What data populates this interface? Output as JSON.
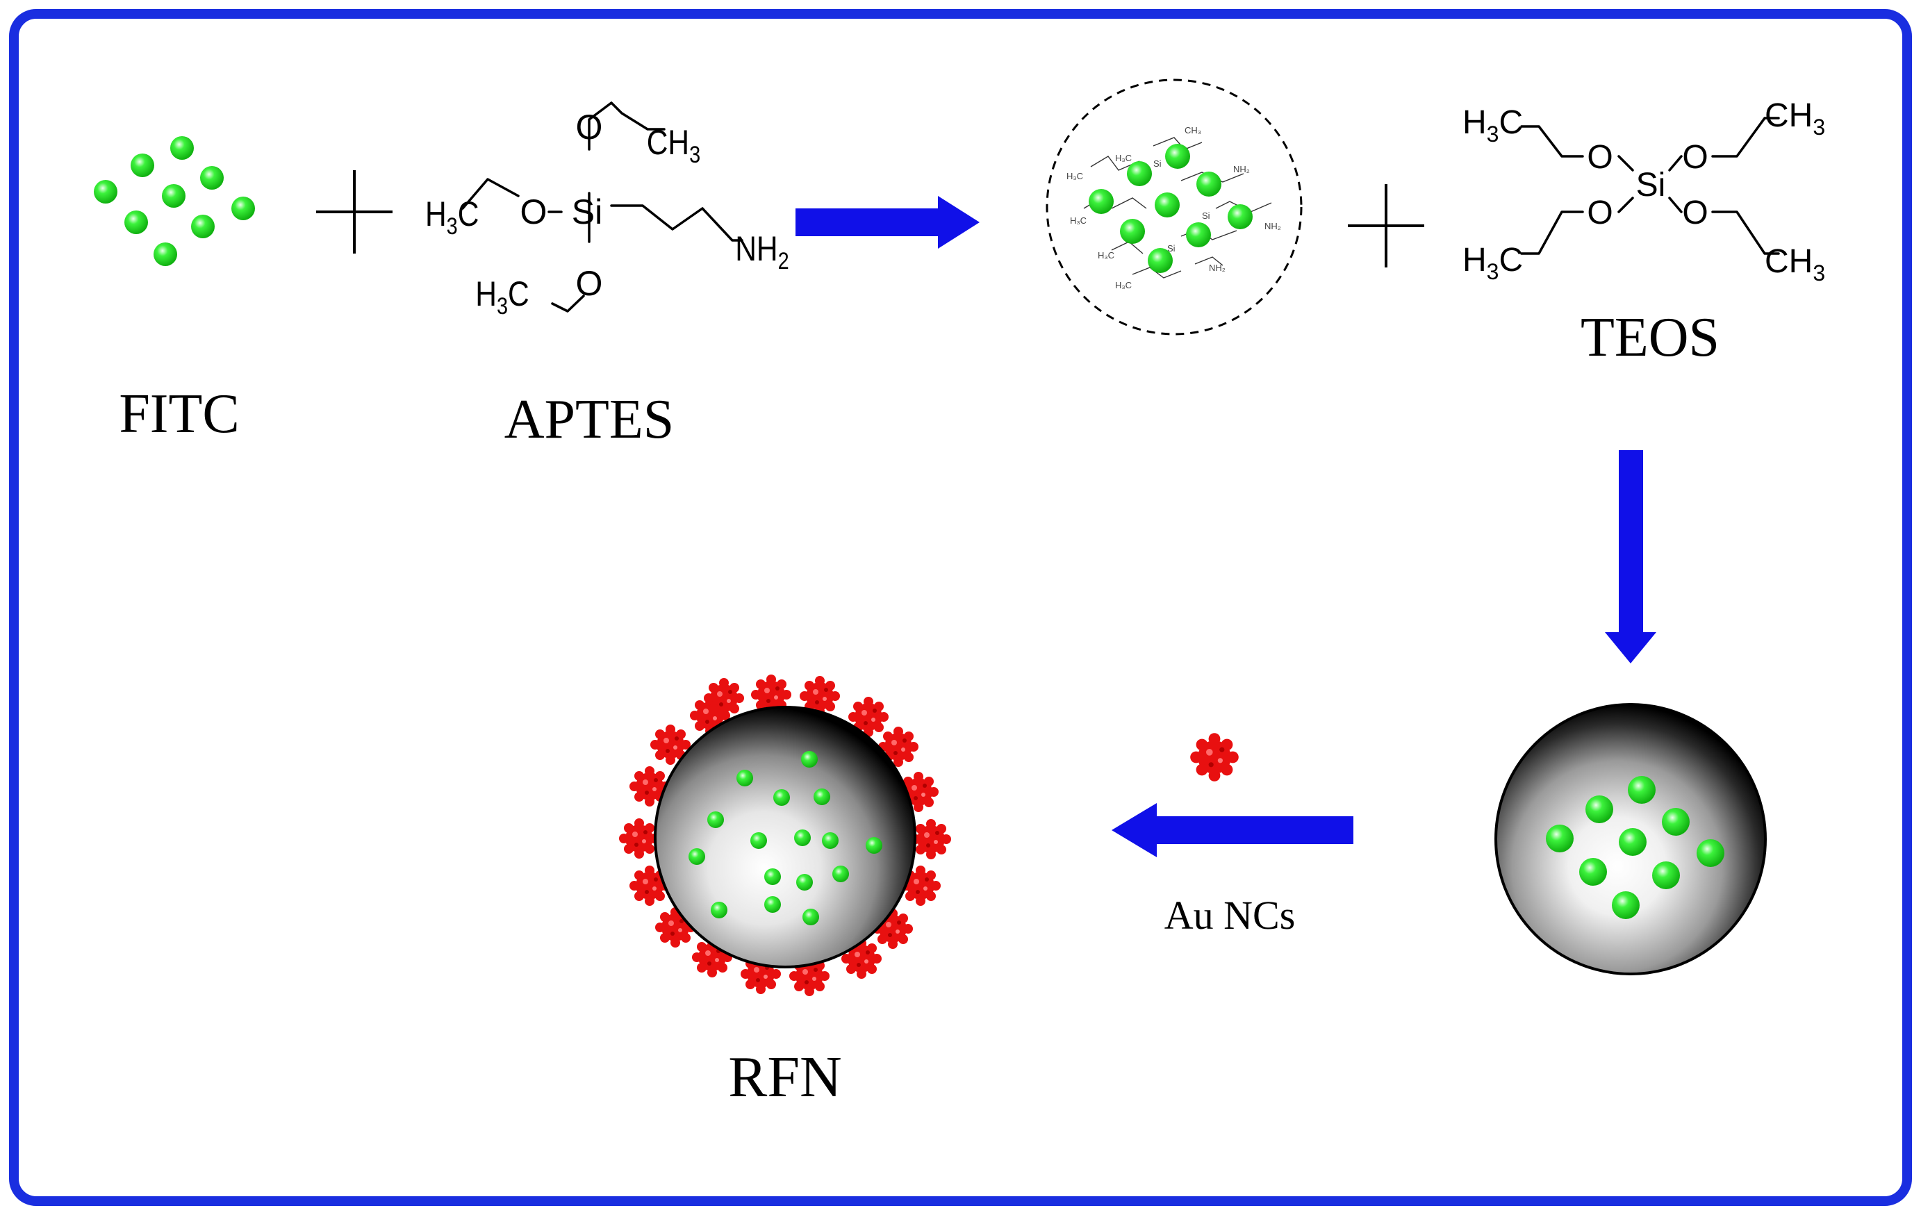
{
  "labels": {
    "fitc": "FITC",
    "aptes": "APTES",
    "teos": "TEOS",
    "au_ncs": "Au NCs",
    "rfn": "RFN"
  },
  "aptes_structure": {
    "ch3": "CH",
    "ch3_sub": "3",
    "h3c_h": "H",
    "h3c_sub": "3",
    "h3c_c": "C",
    "o": "O",
    "si": "Si",
    "nh2": "NH",
    "nh2_sub": "2"
  },
  "teos_structure": {
    "h3c_h": "H",
    "h3c_sub": "3",
    "h3c_c": "C",
    "ch3": "CH",
    "ch3_sub": "3",
    "o": "O",
    "si": "Si"
  },
  "colors": {
    "frame": "#1a2ee0",
    "arrow": "#1010e8",
    "fitc_dot": "#22ee22",
    "au_nc": "#e81010",
    "sphere_edge": "#000000"
  },
  "icons": {
    "plus": "plus-sign",
    "arrow": "block-arrow",
    "fitc": "green-dot-cluster",
    "nanoparticle": "gray-sphere",
    "au_cluster": "red-nanocluster"
  }
}
